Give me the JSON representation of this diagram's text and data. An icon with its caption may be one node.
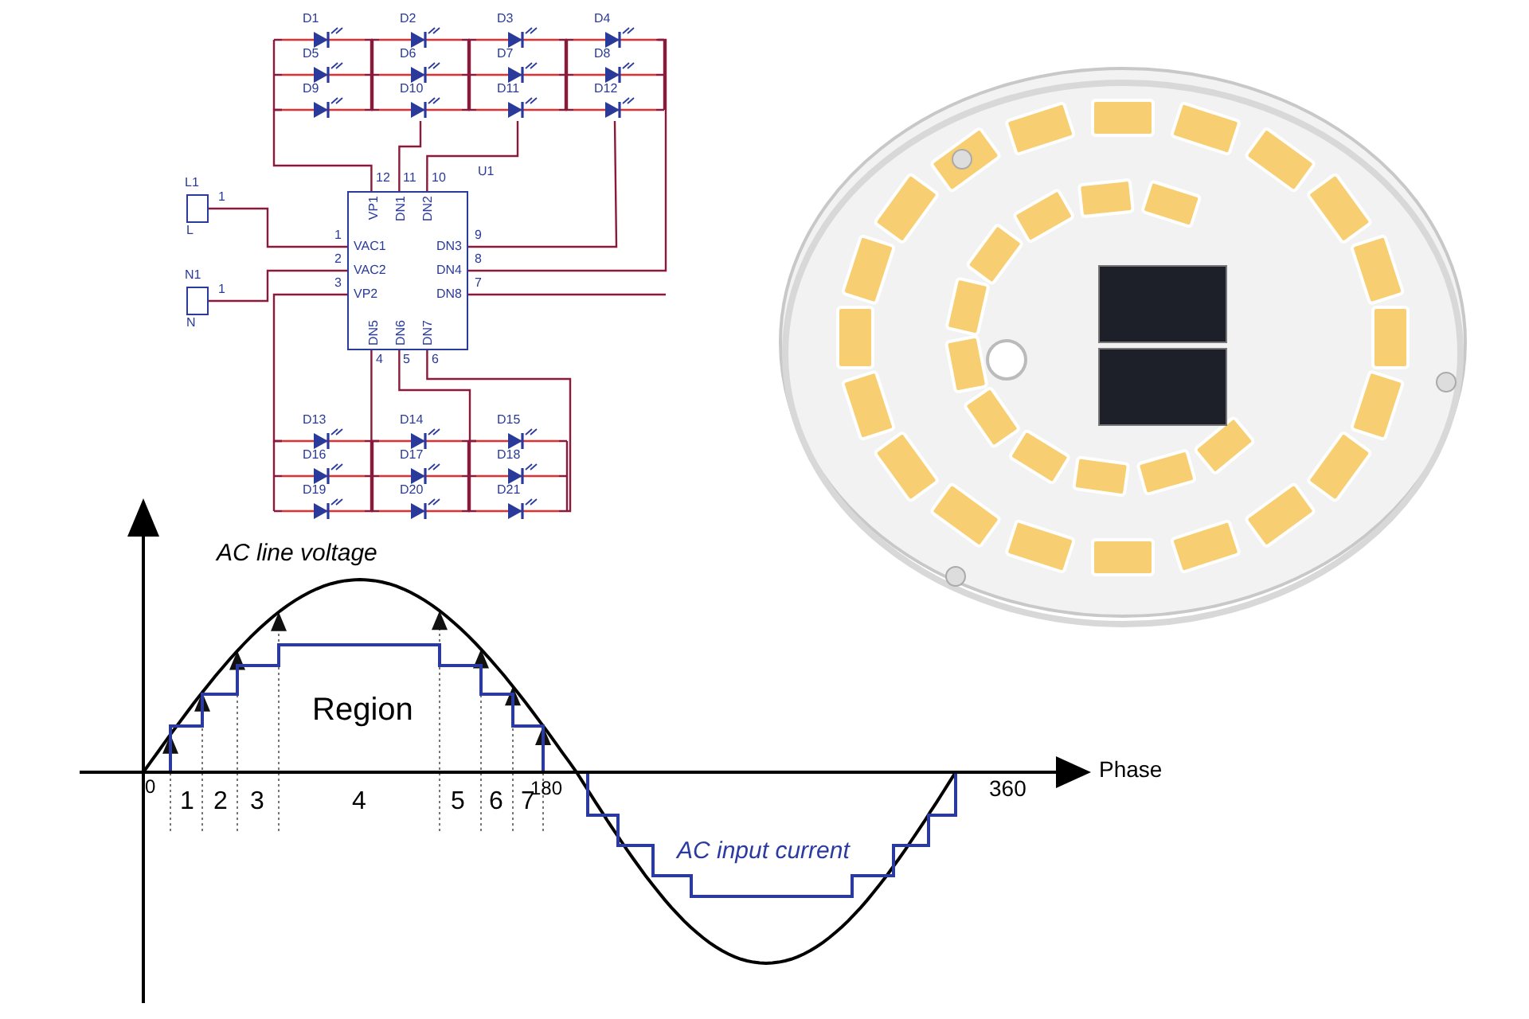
{
  "diagram": {
    "nodes": [
      {
        "text": [
          "VP1",
          "DN1",
          "DN2",
          "VAC1",
          "VAC2",
          "VP2",
          "DN3",
          "DN4",
          "DN8",
          "DN5",
          "DN6",
          "DN7"
        ],
        "beside": [
          "U1"
        ]
      },
      {
        "text": [],
        "shape": "box",
        "beside": [
          "L1",
          "L"
        ]
      },
      {
        "text": [],
        "shape": "box",
        "beside": [
          "N1",
          "N"
        ]
      },
      {
        "text": [
          "D1"
        ]
      },
      {
        "text": [
          "D2"
        ]
      },
      {
        "text": [
          "D3"
        ]
      },
      {
        "text": [
          "D4"
        ]
      },
      {
        "text": [
          "D5"
        ]
      },
      {
        "text": [
          "D6"
        ]
      },
      {
        "text": [
          "D7"
        ]
      },
      {
        "text": [
          "D8"
        ]
      },
      {
        "text": [
          "D9"
        ]
      },
      {
        "text": [
          "D10"
        ]
      },
      {
        "text": [
          "D11"
        ]
      },
      {
        "text": [
          "D12"
        ]
      },
      {
        "text": [
          "D13"
        ]
      },
      {
        "text": [
          "D14"
        ]
      },
      {
        "text": [
          "D15"
        ]
      },
      {
        "text": [
          "D16"
        ]
      },
      {
        "text": [
          "D17"
        ]
      },
      {
        "text": [
          "D18"
        ]
      },
      {
        "text": [
          "D19"
        ]
      },
      {
        "text": [
          "D20"
        ]
      },
      {
        "text": [
          "D21"
        ]
      }
    ],
    "edges": [
      {
        "from": 1,
        "to": 0,
        "arrow": "none"
      },
      {
        "from": 2,
        "to": 0,
        "arrow": "none"
      },
      {
        "from": 11,
        "to": 0,
        "arrow": "none"
      },
      {
        "from": 12,
        "to": 0,
        "arrow": "none"
      },
      {
        "from": 13,
        "to": 0,
        "arrow": "none"
      },
      {
        "from": 14,
        "to": 0,
        "arrow": "none"
      },
      {
        "from": 0,
        "to": 15,
        "arrow": "none"
      },
      {
        "from": 0,
        "to": 16,
        "arrow": "none"
      },
      {
        "from": 0,
        "to": 17,
        "arrow": "none"
      }
    ],
    "labels": [
      "12",
      "11",
      "10",
      "1",
      "1",
      "2",
      "1",
      "3",
      "9",
      "8",
      "7",
      "4",
      "5",
      "6",
      "AC line voltage",
      "Region",
      "0",
      "1",
      "2",
      "3",
      "4",
      "5",
      "6",
      "7",
      "180",
      "360",
      "Phase",
      "AC input current"
    ]
  }
}
